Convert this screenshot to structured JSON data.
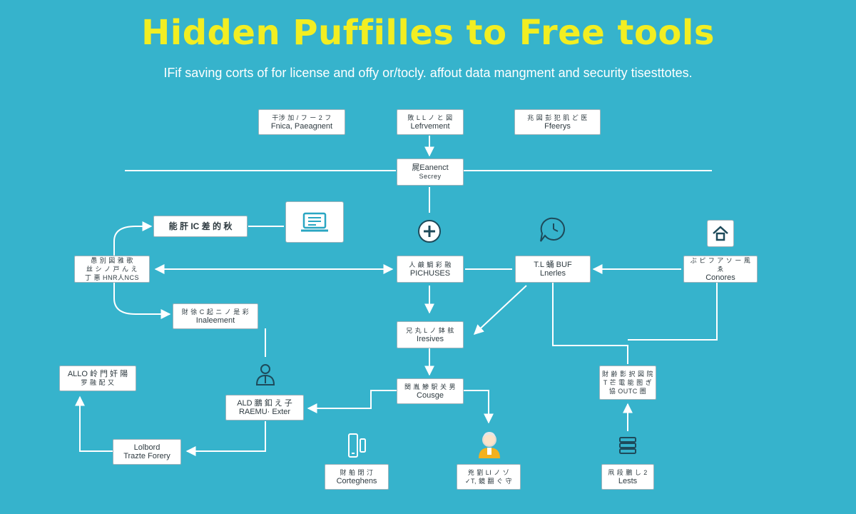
{
  "header": {
    "title": "Hidden Puffilles to Free tools",
    "subtitle": "IFif saving corts of for license and offy or/tocly. affout data mangment and security tisesttotes."
  },
  "nodes": {
    "top_left": {
      "line1": "干涉 加 / フ ー 2 フ",
      "line2": "Fnica, Paeagnent"
    },
    "top_center": {
      "line1": "敗 L L ノ と 図",
      "line2": "Lefrvement"
    },
    "top_right": {
      "line1": "兆 図 彭 犯 肌 ど 医",
      "line2": "Ffeerys"
    },
    "hub": {
      "line1": "屍Eanenct",
      "line2": "Secrey"
    },
    "upper_left": {
      "line1": "能 肝 IC 差 的 秋"
    },
    "left_mid": {
      "line1": "愚 別 図 雅 歌",
      "line2": "丝 シ ノ 戸 ん え",
      "line3": "丁 悪 HNR人NCS"
    },
    "management": {
      "line1": "財 徐 C 起 ニ ノ 是 彩",
      "line2": "Inaleement"
    },
    "purchases": {
      "line1": "人 鹸 鯛 彩 融",
      "line2": "PICHUSES"
    },
    "libraries": {
      "line1": "T.L 蛹 BUF",
      "line2": "Lnerles"
    },
    "conores": {
      "line1": "ぶ ピ フ ア ソ ー 風 ゑ",
      "line2": "Conores"
    },
    "reserves": {
      "line1": "兄 丸 L ノ 鉢 舷",
      "line2": "Iresives"
    },
    "far_left": {
      "line1": "ALLO 岭 門 奸 陽",
      "line2": "罗 融 配 又"
    },
    "course": {
      "line1": "関 胤 鯵 駅 关 男",
      "line2": "Cousge"
    },
    "enter": {
      "line1": "ALD 鵬 釦 え 子",
      "line2": "RAEMU· Exter"
    },
    "right_lower": {
      "line1": "財 齢 影 択 図 院",
      "line2": "T 芒 電 能 图 ぎ",
      "line3": "協 OUTC 圏"
    },
    "bottom_left": {
      "line1": "Lolbord",
      "line2": "Trazte Forery"
    },
    "bottom_mid_left": {
      "line1": "財 舶 閉 汀",
      "line2": "Corteghens"
    },
    "bottom_mid_right": {
      "line1": "兇 劉 LI ノ ゾ",
      "line2": "✓T, 鏡 翻 ぐ 守"
    },
    "bottom_right": {
      "line1": "凧 段 鵬 し 2",
      "line2": "Lests"
    }
  },
  "icons": {
    "laptop": "laptop-icon",
    "plus": "plus-circle-icon",
    "clock": "clock-bubble-icon",
    "home": "home-icon",
    "person": "person-icon",
    "device": "mobile-device-icon",
    "avatar": "user-avatar-icon",
    "stack": "layers-icon"
  },
  "colors": {
    "background": "#36b3cc",
    "title": "#f2ee22",
    "lines": "#ffffff",
    "box": "#ffffff"
  }
}
